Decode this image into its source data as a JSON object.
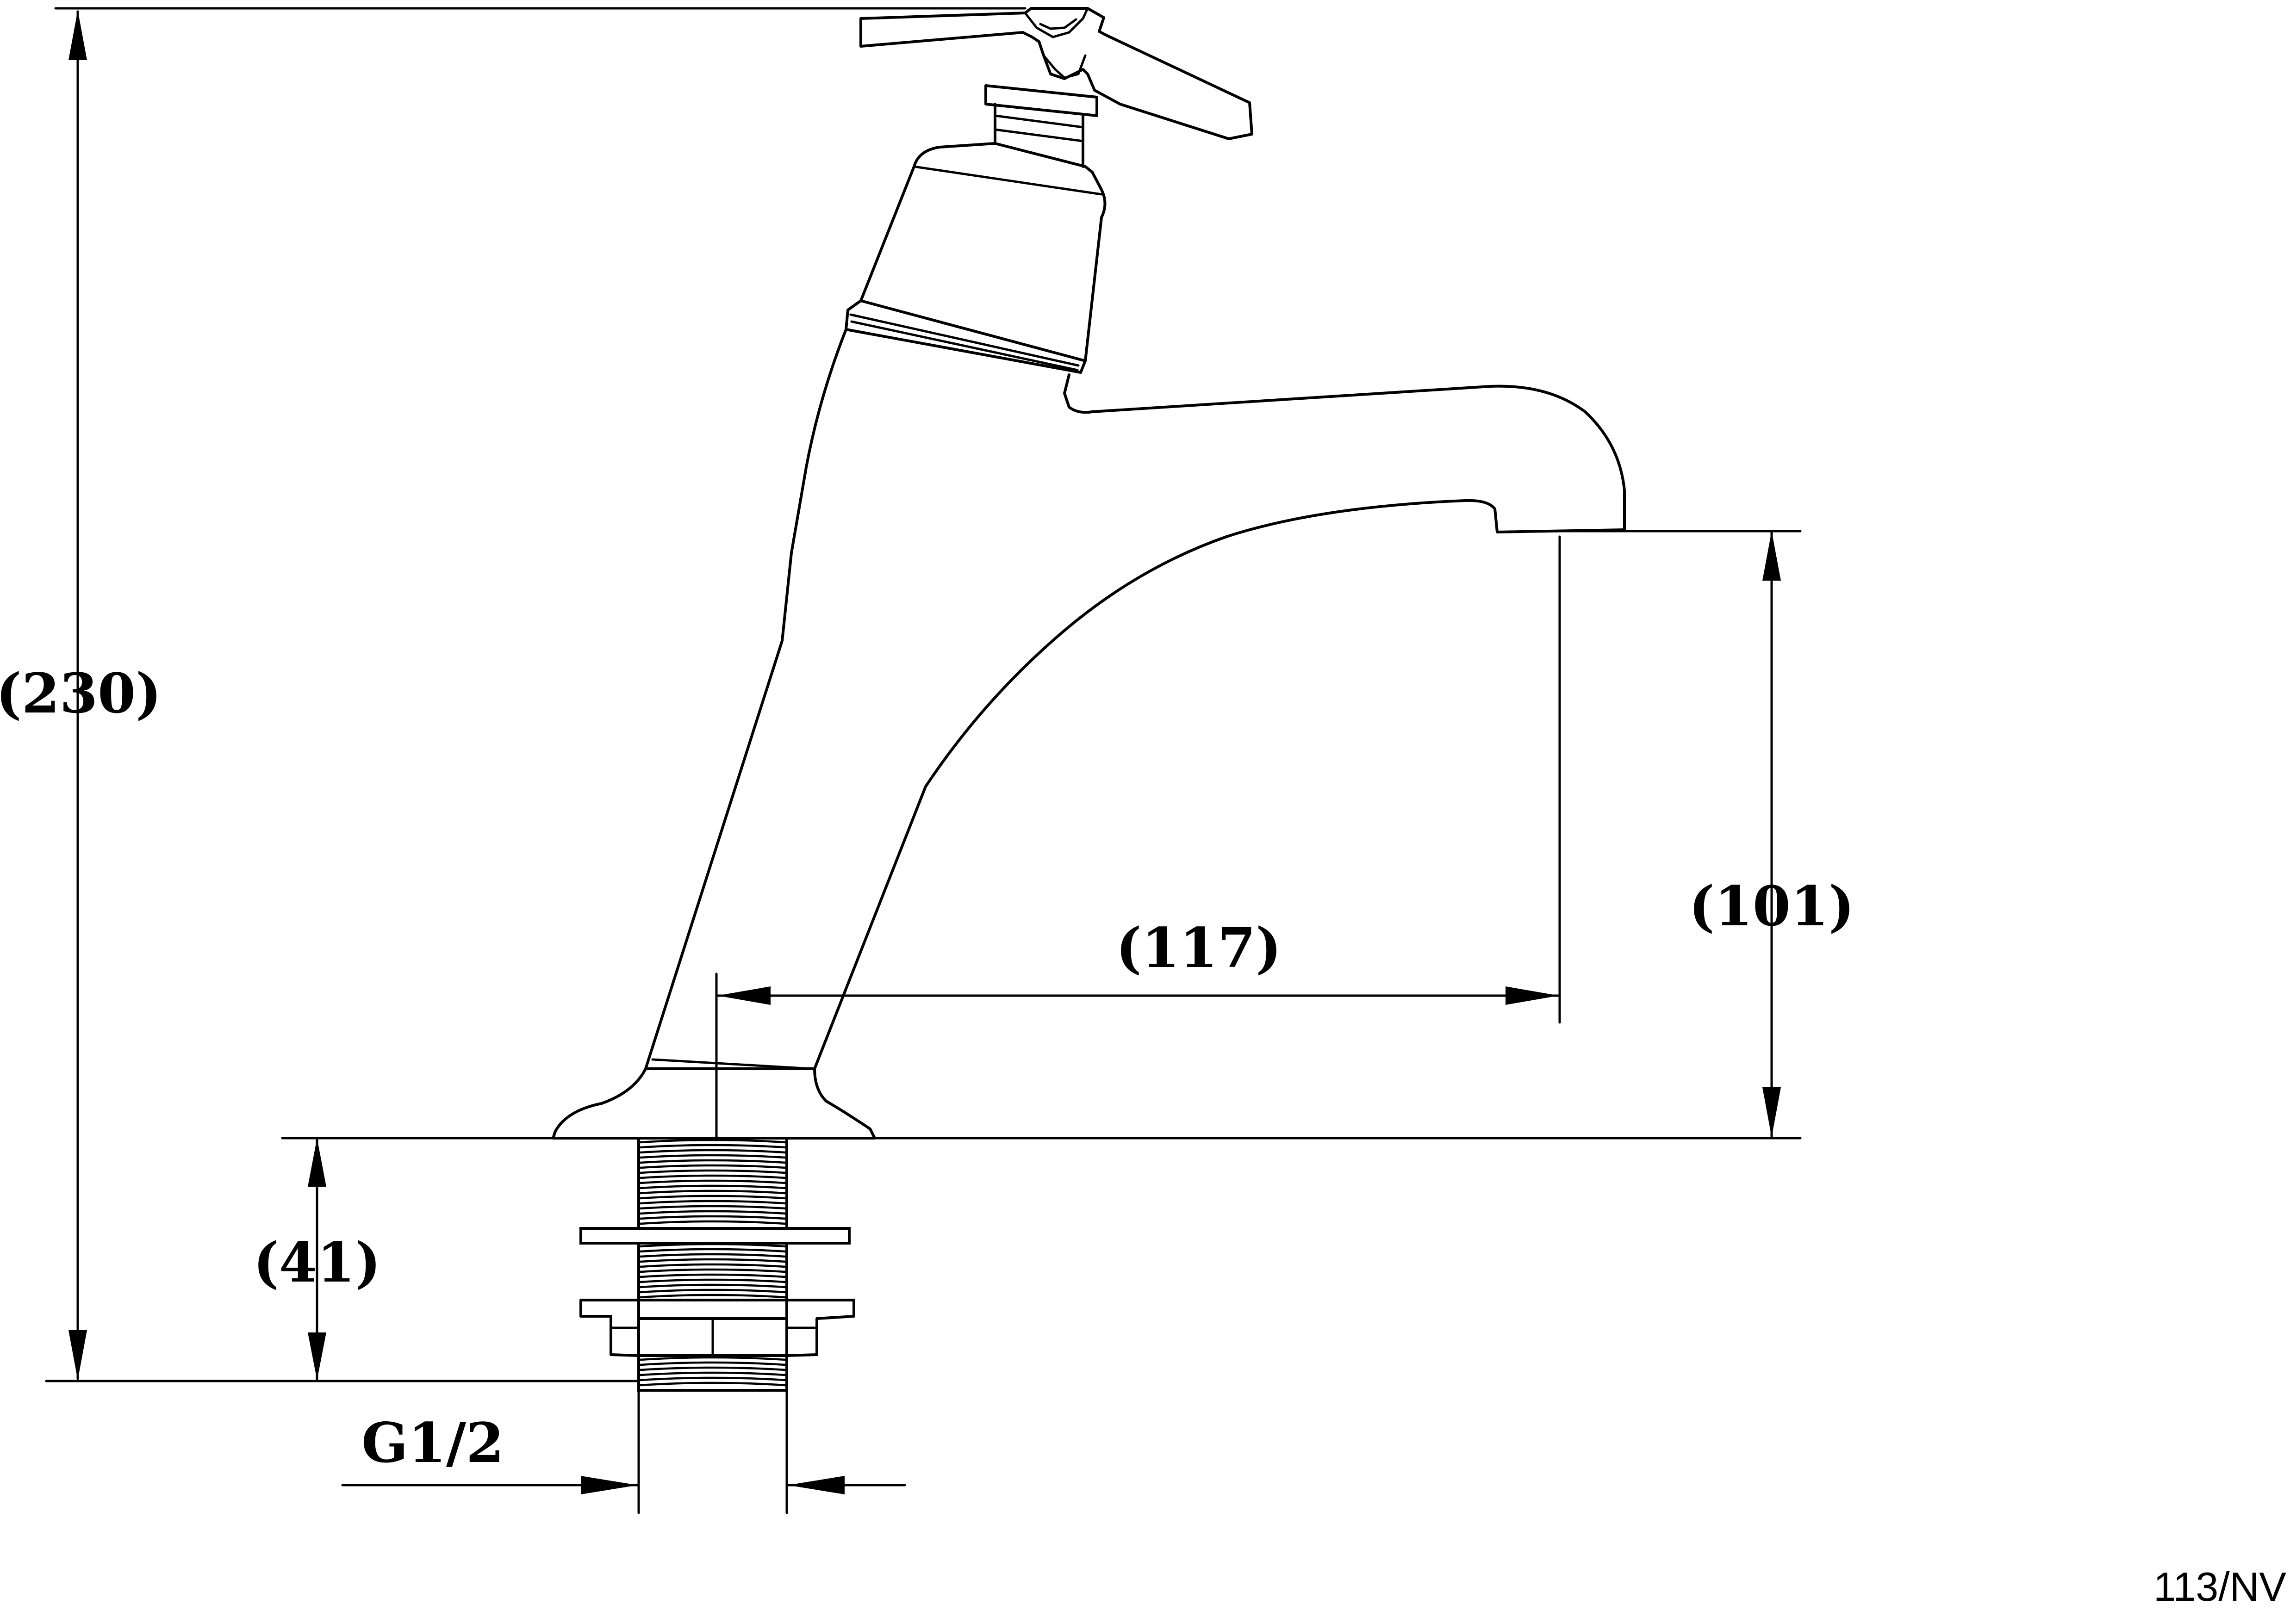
{
  "dimensions": {
    "overall_height": "(230)",
    "spout_height": "(101)",
    "spout_reach": "(117)",
    "shank_length": "(41)",
    "thread_size": "G1/2"
  },
  "product_code": "113/NV"
}
